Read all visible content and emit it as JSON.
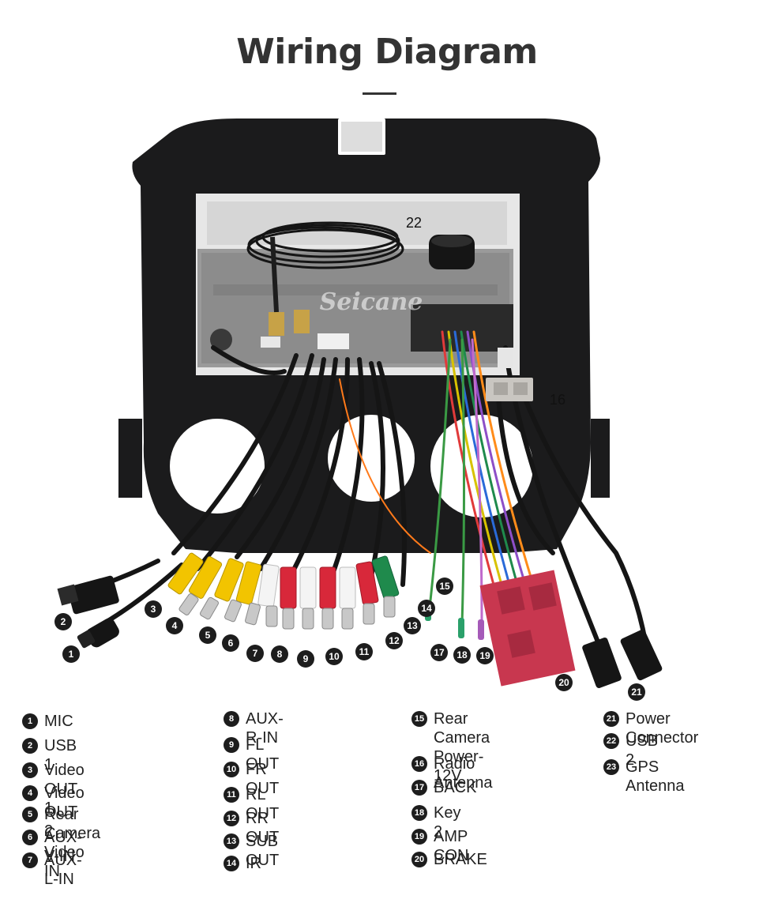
{
  "title": "Wiring Diagram",
  "watermark": "Seicane",
  "diagram_markers": {
    "m1": "1",
    "m2": "2",
    "m3": "3",
    "m4": "4",
    "m5": "5",
    "m6": "6",
    "m7": "7",
    "m8": "8",
    "m9": "9",
    "m10": "10",
    "m11": "11",
    "m12": "12",
    "m13": "13",
    "m14": "14",
    "m15": "15",
    "m16": "16",
    "m17": "17",
    "m18": "18",
    "m19": "19",
    "m20": "20",
    "m21": "21",
    "m22": "22"
  },
  "colors": {
    "frame": "#1b1b1c",
    "unit": "#9a9a9a",
    "rca_yellow": "#f2c400",
    "rca_white": "#f4f4f4",
    "rca_red": "#d8283a",
    "rca_green": "#1f8a4c",
    "connector_red": "#c8374f",
    "connector_grey": "#c9c6c1"
  },
  "legend": [
    {
      "num": "1",
      "label": "MIC"
    },
    {
      "num": "2",
      "label": "USB 1"
    },
    {
      "num": "3",
      "label": "Video OUT 1"
    },
    {
      "num": "4",
      "label": "Video OUT 2"
    },
    {
      "num": "5",
      "label": "Rear Camera Video IN"
    },
    {
      "num": "6",
      "label": "AUX-V-IN"
    },
    {
      "num": "7",
      "label": "AUX-L-IN"
    },
    {
      "num": "8",
      "label": "AUX-R-IN"
    },
    {
      "num": "9",
      "label": "FL OUT"
    },
    {
      "num": "10",
      "label": "FR OUT"
    },
    {
      "num": "11",
      "label": "RL OUT"
    },
    {
      "num": "12",
      "label": "RR OUT"
    },
    {
      "num": "13",
      "label": "SUB OUT"
    },
    {
      "num": "14",
      "label": "IR"
    },
    {
      "num": "15",
      "label": "Rear Camera\nPower-12V"
    },
    {
      "num": "16",
      "label": "Radio Antenna"
    },
    {
      "num": "17",
      "label": "BACK"
    },
    {
      "num": "18",
      "label": "Key 2"
    },
    {
      "num": "19",
      "label": "AMP CON"
    },
    {
      "num": "20",
      "label": "BRAKE"
    },
    {
      "num": "21",
      "label": "Power Connector"
    },
    {
      "num": "22",
      "label": "USB 2"
    },
    {
      "num": "23",
      "label": "GPS Antenna"
    }
  ]
}
